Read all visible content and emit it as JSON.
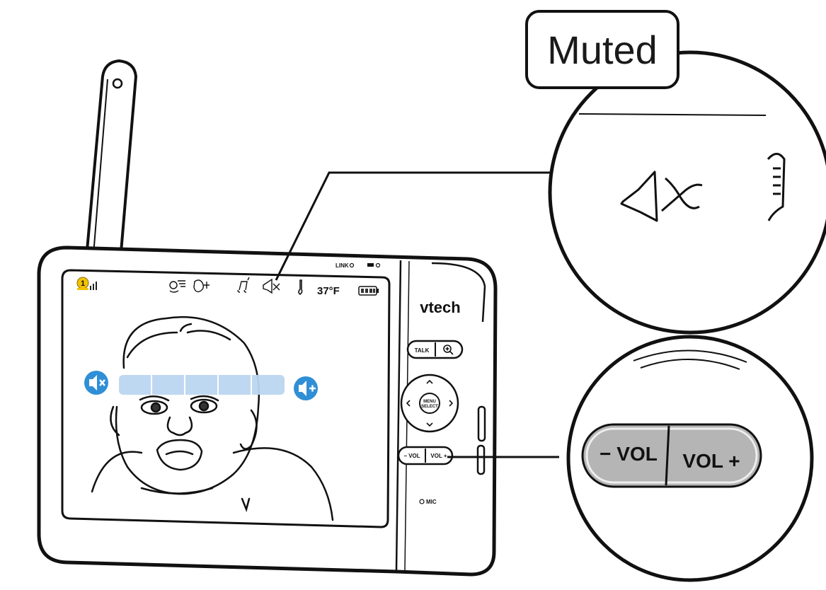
{
  "callout": {
    "label": "Muted"
  },
  "device": {
    "brand": "vtech",
    "indicators": {
      "link": "LINK",
      "power": ""
    },
    "status_bar": {
      "camera_number": "1",
      "temperature": "37°F"
    },
    "buttons": {
      "talk": "TALK",
      "menu_line1": "MENU",
      "menu_line2": "SELECT",
      "vol_minus": "− VOL",
      "vol_plus": "VOL +"
    },
    "mic_label": "MIC"
  },
  "zoom": {
    "vol_minus": "− VOL",
    "vol_plus": "VOL +"
  },
  "volume": {
    "level": 0,
    "segments": 5
  },
  "colors": {
    "outline": "#111111",
    "accent_blue": "#2f8fd6",
    "volume_bar": "#bcd6f0",
    "camera_badge": "#f2c200",
    "button_grey": "#b5b5b5"
  },
  "icons": [
    "antenna",
    "signal-icon",
    "lullaby-icon",
    "night-light-icon",
    "music-icon",
    "speaker-muted-icon",
    "thermometer-icon",
    "battery-icon",
    "zoom-icon",
    "volume-muted-icon",
    "volume-up-icon"
  ]
}
